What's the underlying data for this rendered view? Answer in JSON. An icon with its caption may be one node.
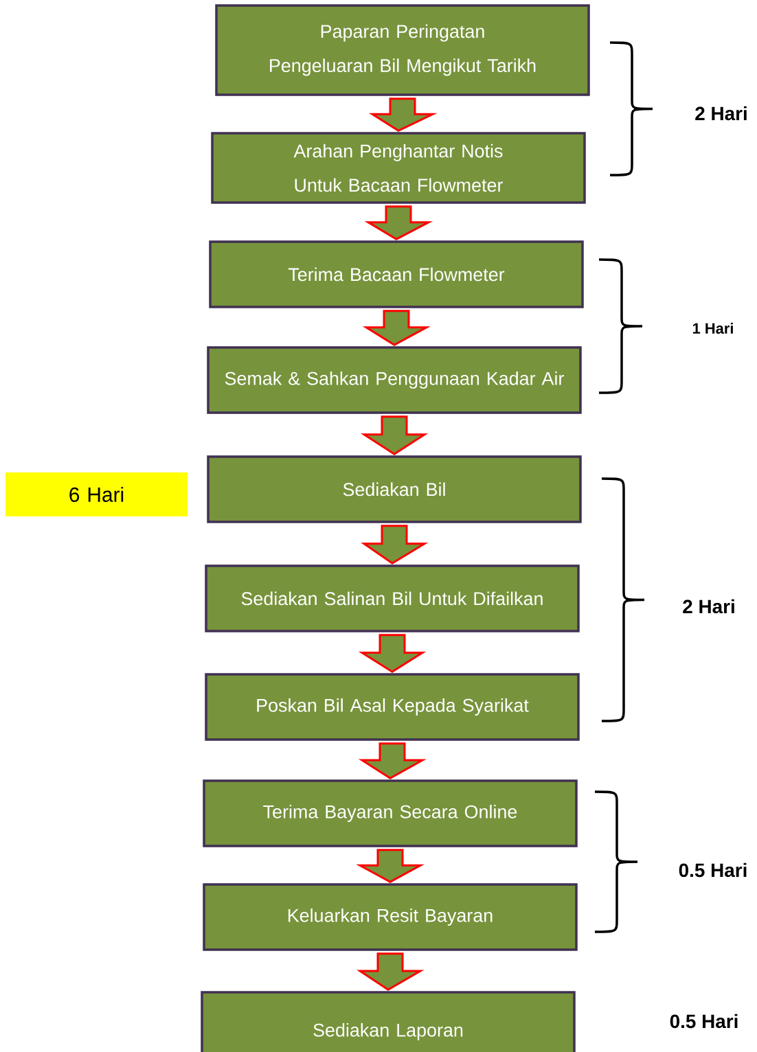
{
  "diagram": {
    "nodes": [
      {
        "text": [
          "Paparan Peringatan Pengeluaran Bil Mengikut Tarikh"
        ]
      },
      {
        "text": [
          "Arahan Penghantar Notis Untuk Bacaan Flowmeter"
        ]
      },
      {
        "text": [
          "Terima Bacaan Flowmeter"
        ]
      },
      {
        "text": [
          "Semak & Sahkan Penggunaan Kadar Air"
        ]
      },
      {
        "text": [
          "Sediakan Bil"
        ]
      },
      {
        "text": [
          "Sediakan Salinan Bil Untuk Difailkan"
        ]
      },
      {
        "text": [
          "Poskan Bil Asal Kepada Syarikat"
        ]
      },
      {
        "text": [
          "Terima Bayaran Secara Online"
        ]
      },
      {
        "text": [
          "Keluarkan Resit Bayaran"
        ]
      },
      {
        "text": [
          "Sediakan Laporan"
        ]
      },
      {
        "text": [
          "6 Hari"
        ]
      }
    ],
    "edges": [
      {
        "from": 0,
        "to": 1,
        "arrow": "to"
      },
      {
        "from": 1,
        "to": 2,
        "arrow": "to"
      },
      {
        "from": 2,
        "to": 3,
        "arrow": "to"
      },
      {
        "from": 3,
        "to": 4,
        "arrow": "to"
      },
      {
        "from": 4,
        "to": 5,
        "arrow": "to"
      },
      {
        "from": 5,
        "to": 6,
        "arrow": "to"
      },
      {
        "from": 6,
        "to": 7,
        "arrow": "to"
      },
      {
        "from": 7,
        "to": 8,
        "arrow": "to"
      },
      {
        "from": 8,
        "to": 9,
        "arrow": "to"
      }
    ],
    "labels": [
      "2 Hari",
      "1 Hari",
      "2 Hari",
      "0.5 Hari",
      "0.5 Hari"
    ]
  }
}
